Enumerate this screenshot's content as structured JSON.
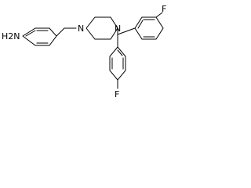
{
  "structure": {
    "atom_labels": {
      "amine": "H2N",
      "piperazine_n1": "N",
      "piperazine_n4": "N",
      "fluorine_top": "F",
      "fluorine_bottom": "F"
    }
  }
}
